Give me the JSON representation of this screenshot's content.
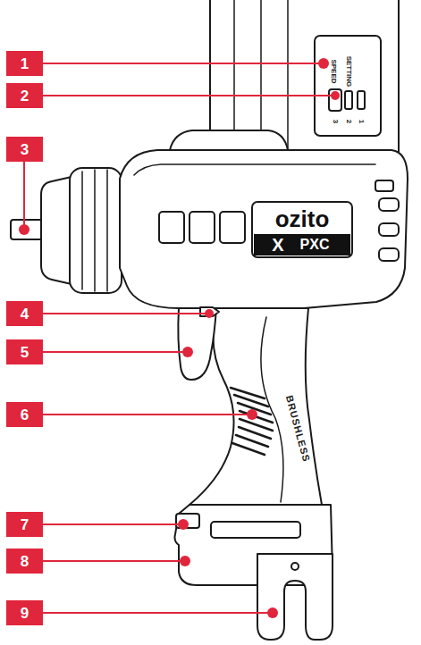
{
  "diagram": {
    "labels": [
      "1",
      "2",
      "3",
      "4",
      "5",
      "6",
      "7",
      "8",
      "9",
      "SPEED",
      "SETTING",
      "3",
      "2",
      "1",
      "ozito",
      "X",
      "PXC",
      "BRUSHLESS"
    ]
  }
}
